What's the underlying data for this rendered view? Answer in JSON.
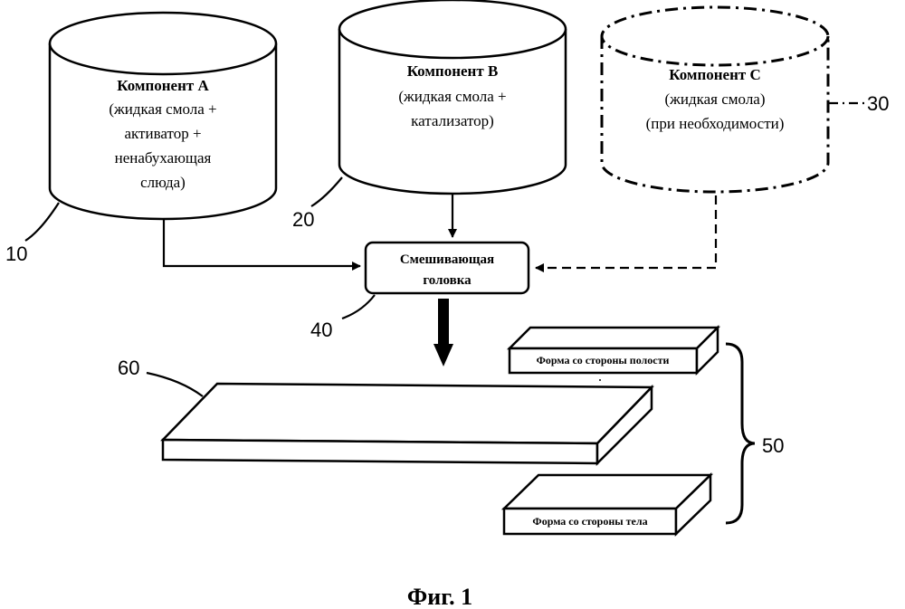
{
  "component_a": {
    "title": "Компонент А",
    "lines": [
      "(жидкая смола +",
      "активатор +",
      "ненабухающая",
      "слюда)"
    ],
    "ref": "10"
  },
  "component_b": {
    "title": "Компонент В",
    "lines": [
      "(жидкая смола +",
      "катализатор)"
    ],
    "ref": "20"
  },
  "component_c": {
    "title": "Компонент С",
    "lines": [
      "(жидкая смола)",
      "(при необходимости)"
    ],
    "ref": "30"
  },
  "mixing_head": {
    "lines": [
      "Смешивающая",
      "головка"
    ],
    "ref": "40"
  },
  "mold": {
    "cavity_label": "Форма со стороны полости",
    "body_label": "Форма со стороны тела",
    "ref": "50"
  },
  "product": {
    "ref": "60"
  },
  "caption": "Фиг. 1"
}
